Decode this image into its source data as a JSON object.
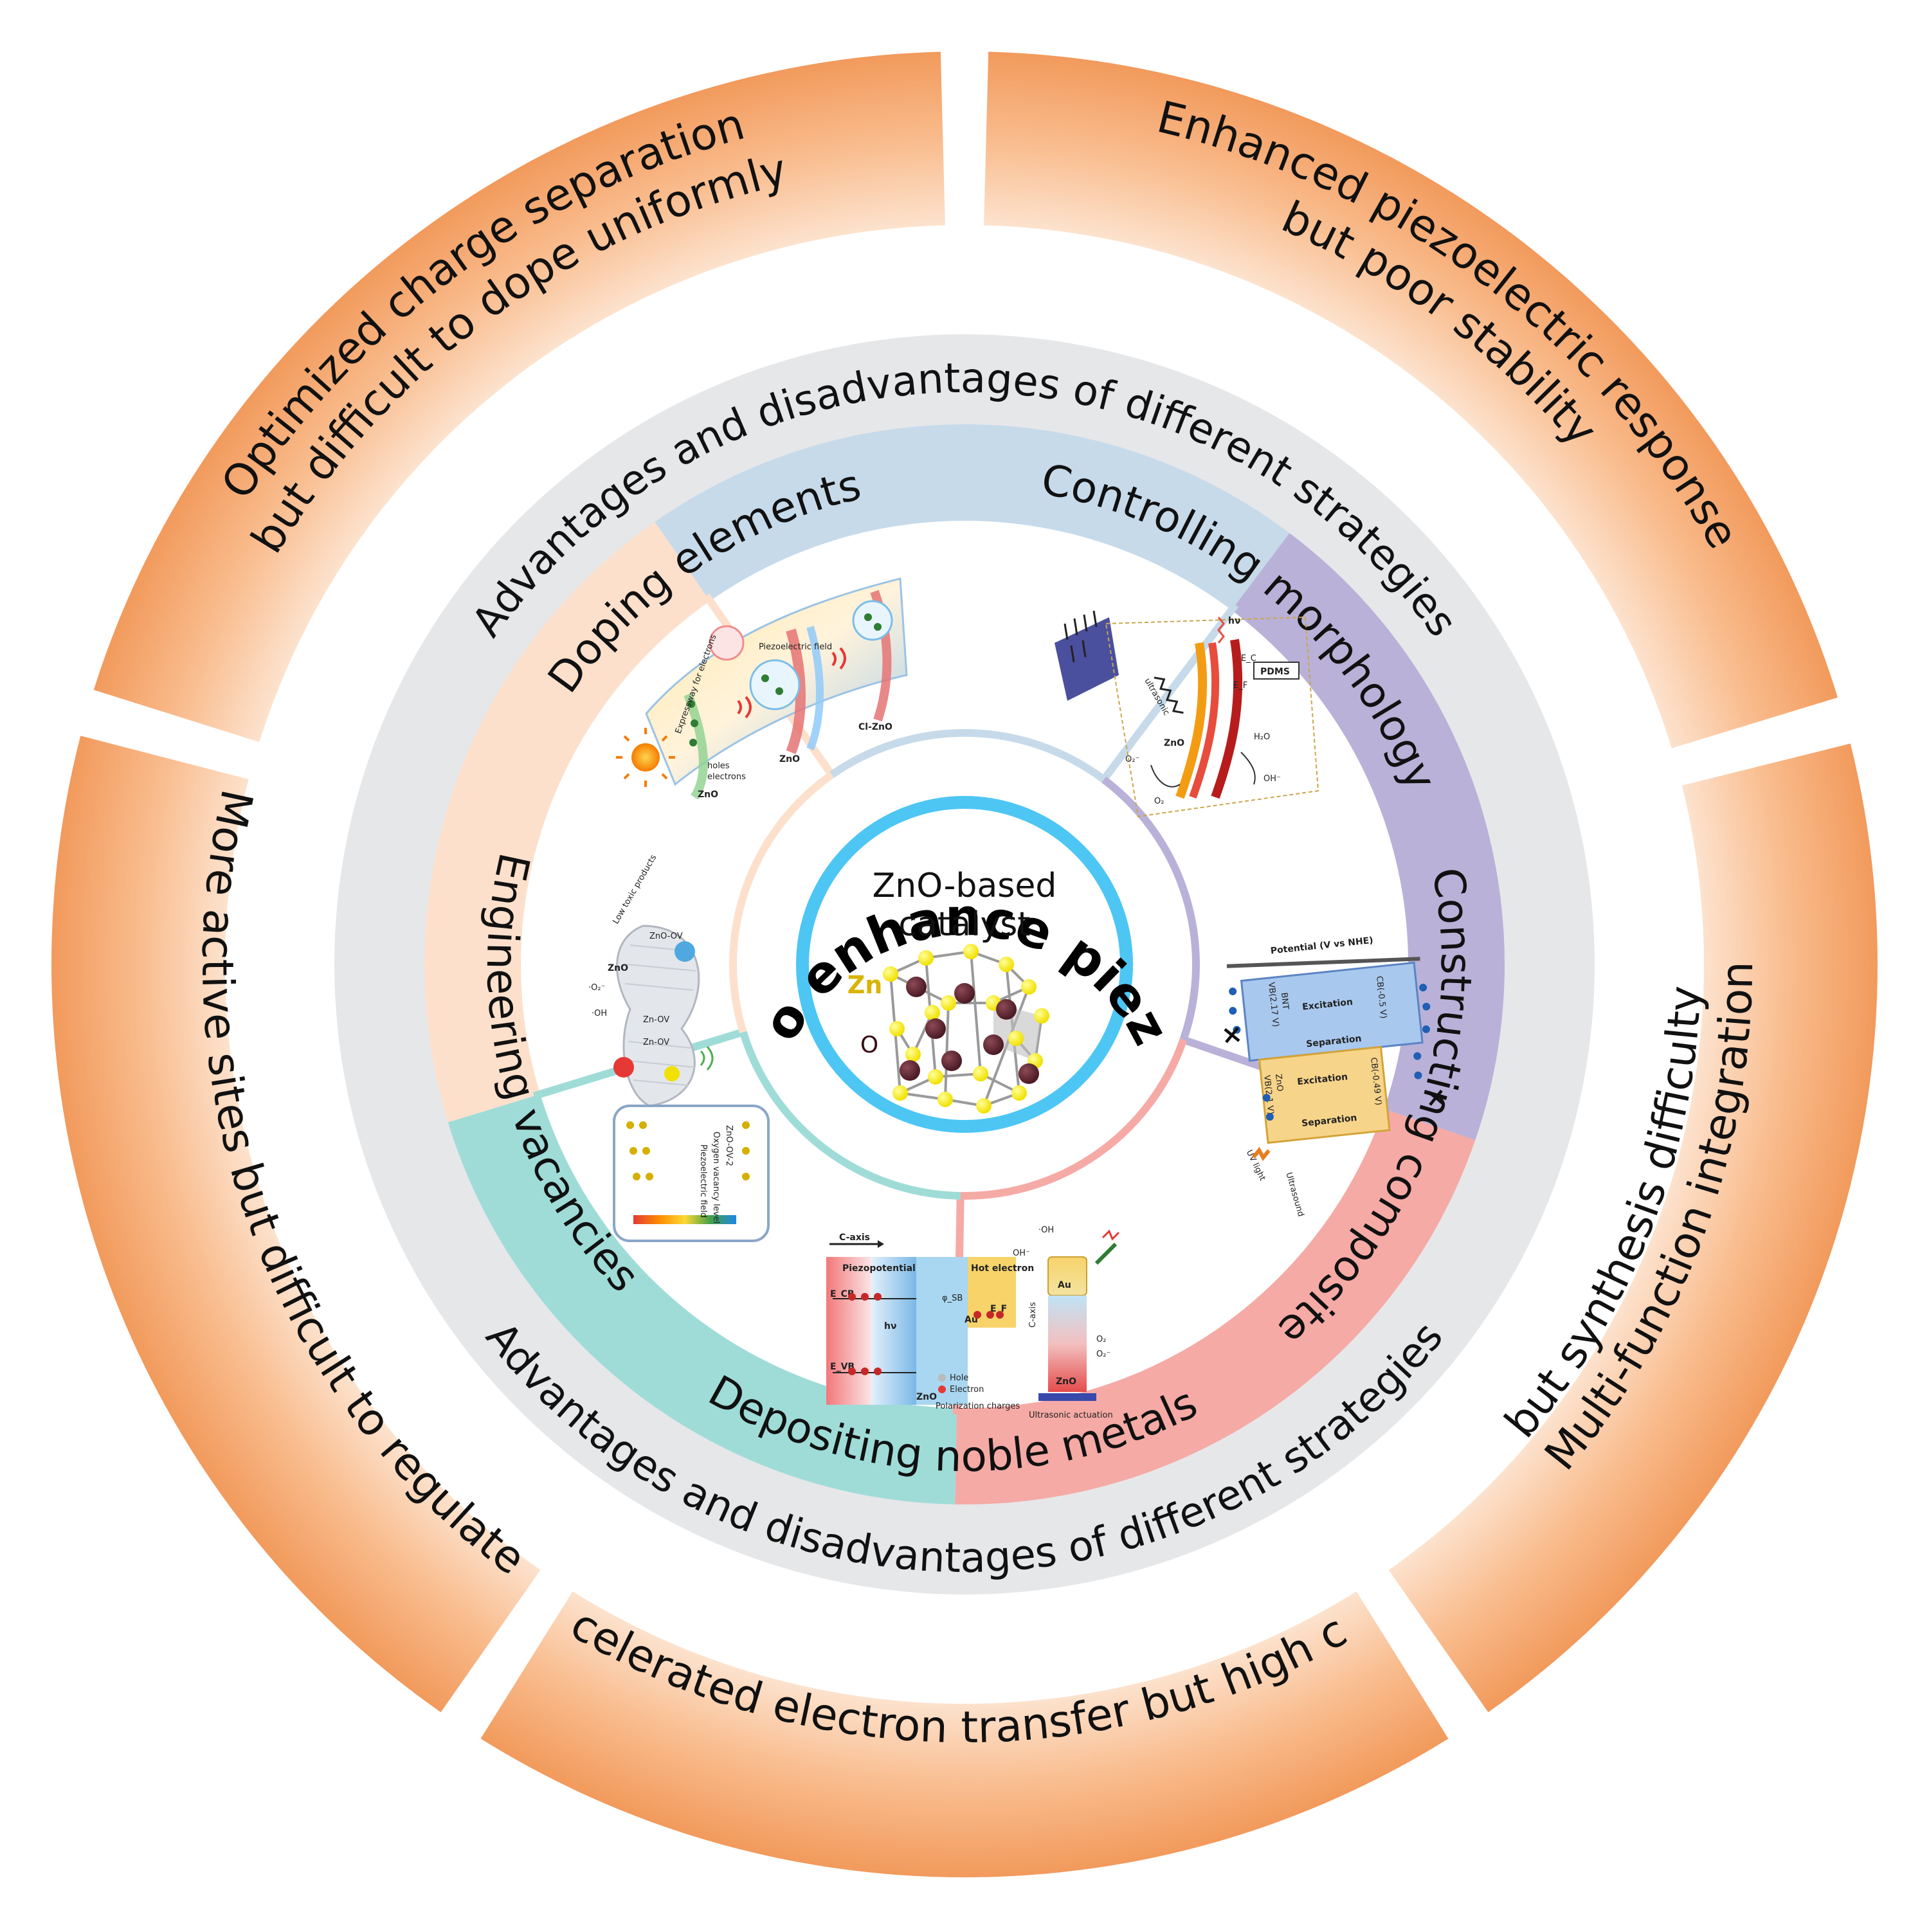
{
  "center": {
    "ring_title": "Strategy to enhance piezocatalysis",
    "core_line1": "ZnO-based",
    "core_line2": "catalyst",
    "atom_label_zn": "Zn",
    "atom_label_o": "O"
  },
  "gray_ring": {
    "top_label": "Advantages and disadvantages of different strategies",
    "bottom_label": "Advantages and disadvantages of different strategies"
  },
  "outer_ring": {
    "top_left": {
      "line1": "Optimized charge separation",
      "line2": "but difficult to dope uniformly"
    },
    "top_right": {
      "line1": "Enhanced piezoelectric response",
      "line2": "but poor stability"
    },
    "right": {
      "line1": "Multi-function integration",
      "line2": "but synthesis difficulty"
    },
    "bottom": {
      "line1": "Accelerated electron transfer but high cost"
    },
    "left": {
      "line1": "More active sites but difficult to regulate"
    }
  },
  "strategies": [
    {
      "label": "Doping elements",
      "color": "#c6daea"
    },
    {
      "label": "Controlling morphology",
      "color": "#b9b1d8"
    },
    {
      "label": "Constructing composite",
      "color": "#f5aaa6"
    },
    {
      "label": "Depositing noble metals",
      "color": "#9fdcd8"
    },
    {
      "label": "Engineering vacancies",
      "color": "#fde0cc"
    }
  ],
  "colors": {
    "outer_orange": "#f4a46a",
    "outer_light": "#fde3cf",
    "gray_ring": "#e6e7e9",
    "center_blue": "#4dc6f4"
  },
  "inset_doping": {
    "labels": [
      "ZnO",
      "ZnO",
      "Cl-ZnO",
      "holes",
      "electrons",
      "Expressway for electrons",
      "Piezoelectric field"
    ]
  },
  "inset_morphology": {
    "labels": [
      "ultrasonic",
      "ZnO",
      "PDMS",
      "hν",
      "O₂⁻",
      "O₂",
      "H₂O",
      "OH⁻",
      "E_F",
      "E_C"
    ]
  },
  "inset_composite": {
    "labels": [
      "Potential (V vs NHE)",
      "Excitation",
      "Separation",
      "Excitation",
      "Separation",
      "BNT",
      "ZnO",
      "CB(-0.5 V)",
      "VB(2.1 V)",
      "CB(-0.49 V)",
      "VB(2.17 V)",
      "UV light",
      "Ultrasound"
    ]
  },
  "inset_noble": {
    "labels": [
      "C-axis",
      "Piezopotential",
      "Hot electron",
      "hν",
      "E_CB",
      "E_VB",
      "E_F",
      "φ_SB",
      "Au",
      "ZnO",
      "Hole",
      "Electron",
      "Polarization charges",
      "·OH",
      "OH⁻",
      "Au",
      "ZnO",
      "O₂",
      "O₂⁻",
      "C-axis",
      "Ultrasonic actuation"
    ]
  },
  "inset_vacancy": {
    "labels": [
      "ZnO",
      "ZnO-OV",
      "Low toxic products",
      "·OH",
      "·O₂⁻",
      "Zn-OV",
      "Zn-OV",
      "ZnO-OV-2",
      "Oxygen vacancy level",
      "Piezoelectric field"
    ]
  }
}
